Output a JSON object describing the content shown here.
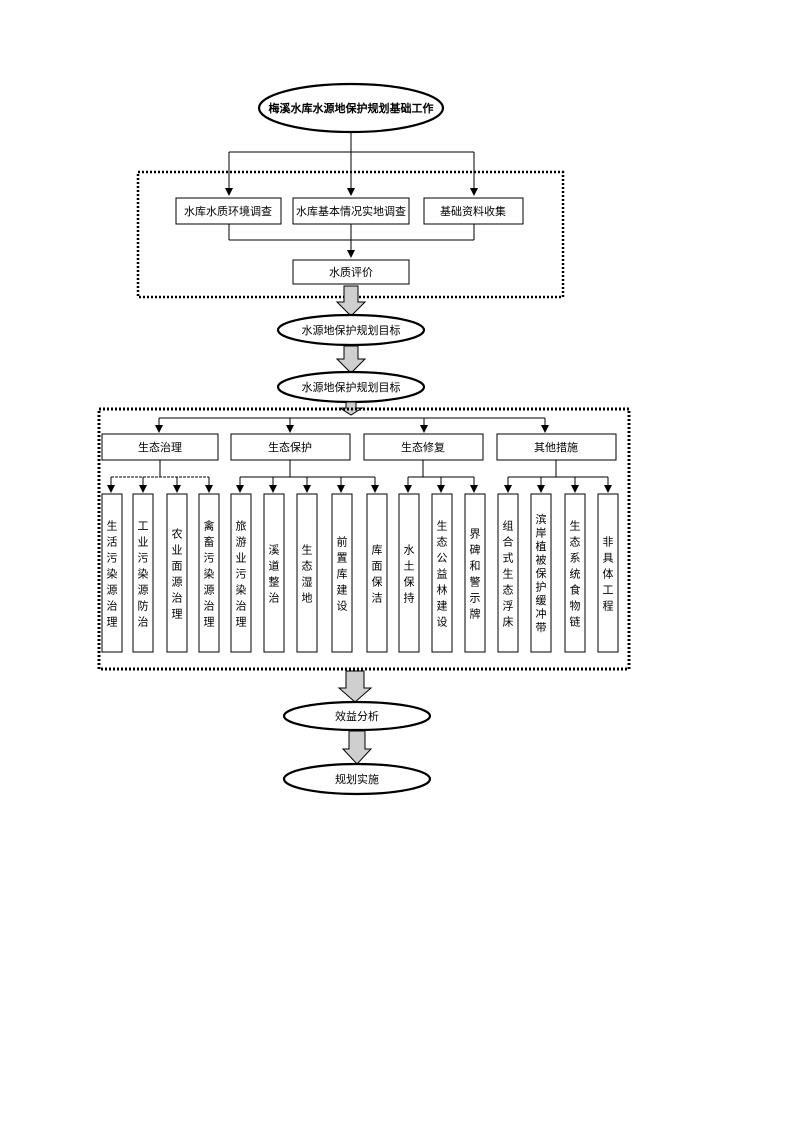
{
  "flowchart": {
    "start": "梅溪水库水源地保护规划基础工作",
    "surveys": [
      "水库水质环境调查",
      "水库基本情况实地调查",
      "基础资料收集"
    ],
    "assessment": "水质评价",
    "goal_1": "水源地保护规划目标",
    "goal_2": "水源地保护规划目标",
    "categories": [
      "生态治理",
      "生态保护",
      "生态修复",
      "其他措施"
    ],
    "measures": [
      "生活污染源治理",
      "工业污染源防治",
      "农业面源治理",
      "禽畜污染源治理",
      "旅游业污染治理",
      "溪道整治",
      "生态湿地",
      "前置库建设",
      "库面保洁",
      "水土保持",
      "生态公益林建设",
      "界碑和警示牌",
      "组合式生态浮床",
      "滨岸植被保护缓冲带",
      "生态系统食物链",
      "非具体工程"
    ],
    "benefit": "效益分析",
    "implementation": "规划实施"
  }
}
